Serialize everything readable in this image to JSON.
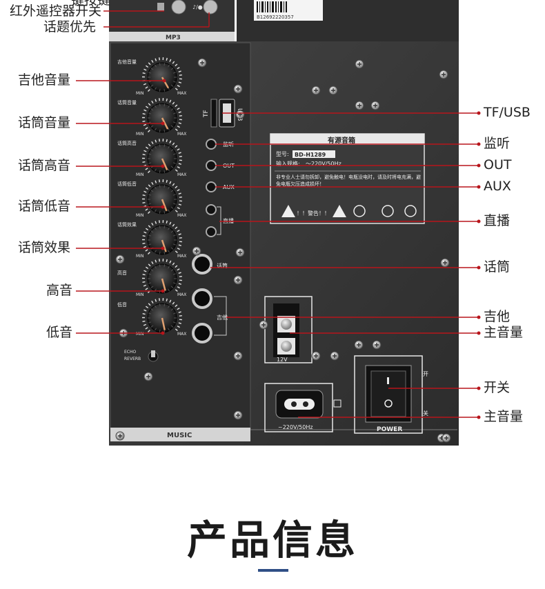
{
  "heading": "产品信息",
  "callouts_left": [
    {
      "key": "ir_top",
      "text": "一键按键"
    },
    {
      "key": "ir",
      "text": "红外遥控器开关"
    },
    {
      "key": "topic",
      "text": "话题优先"
    },
    {
      "key": "guitar_vol",
      "text": "吉他音量"
    },
    {
      "key": "mic_vol",
      "text": "话筒音量"
    },
    {
      "key": "mic_treble",
      "text": "话筒高音"
    },
    {
      "key": "mic_bass",
      "text": "话筒低音"
    },
    {
      "key": "mic_effect",
      "text": "话筒效果"
    },
    {
      "key": "treble",
      "text": "高音"
    },
    {
      "key": "bass",
      "text": "低音"
    }
  ],
  "callouts_right": [
    {
      "key": "tf_usb",
      "text": "TF/USB"
    },
    {
      "key": "monitor",
      "text": "监听"
    },
    {
      "key": "out",
      "text": "OUT"
    },
    {
      "key": "aux",
      "text": "AUX"
    },
    {
      "key": "live",
      "text": "直播"
    },
    {
      "key": "mic",
      "text": "话筒"
    },
    {
      "key": "guitar",
      "text": "吉他"
    },
    {
      "key": "main_vol1",
      "text": "主音量"
    },
    {
      "key": "power_switch",
      "text": "开关"
    },
    {
      "key": "main_vol2",
      "text": "主音量"
    }
  ],
  "panel": {
    "mp3_label": "MP3",
    "music_label": "MUSIC",
    "barcode_text": "B12692220357",
    "knob_labels": [
      "吉他音量",
      "话筒音量",
      "话筒高音",
      "话筒低音",
      "话筒效果",
      "高音",
      "低音"
    ],
    "min_label": "MIN",
    "max_label": "MAX",
    "tf_label": "TF",
    "usb_label": "USB",
    "jack_labels": [
      "监听",
      "OUT",
      "AUX",
      "直播"
    ],
    "big_jack_labels": [
      "话筒",
      "吉他"
    ],
    "echo_label": "ECHO",
    "reverb_label": "REVERB",
    "dc_label": "12V",
    "ac_label": "~220V/50Hz",
    "power_label": "POWER",
    "switch_on": "开",
    "switch_off": "关",
    "nameplate": {
      "title": "有源音箱",
      "model_label": "型号:",
      "model": "BD-H1289",
      "input_label": "输入规格:",
      "input": "～220V/50Hz",
      "warning_text": "非专业人士请勿拆卸，避免触电！电瓶没电时，请及时将电充满，避免电瓶欠压造成损坏！",
      "warning_label": "！！警告！！"
    }
  },
  "colors": {
    "panel": "#3a3a3a",
    "panel_dark": "#262626",
    "leader_line": "#b8151b",
    "accent_bar": "#2f4f86"
  }
}
